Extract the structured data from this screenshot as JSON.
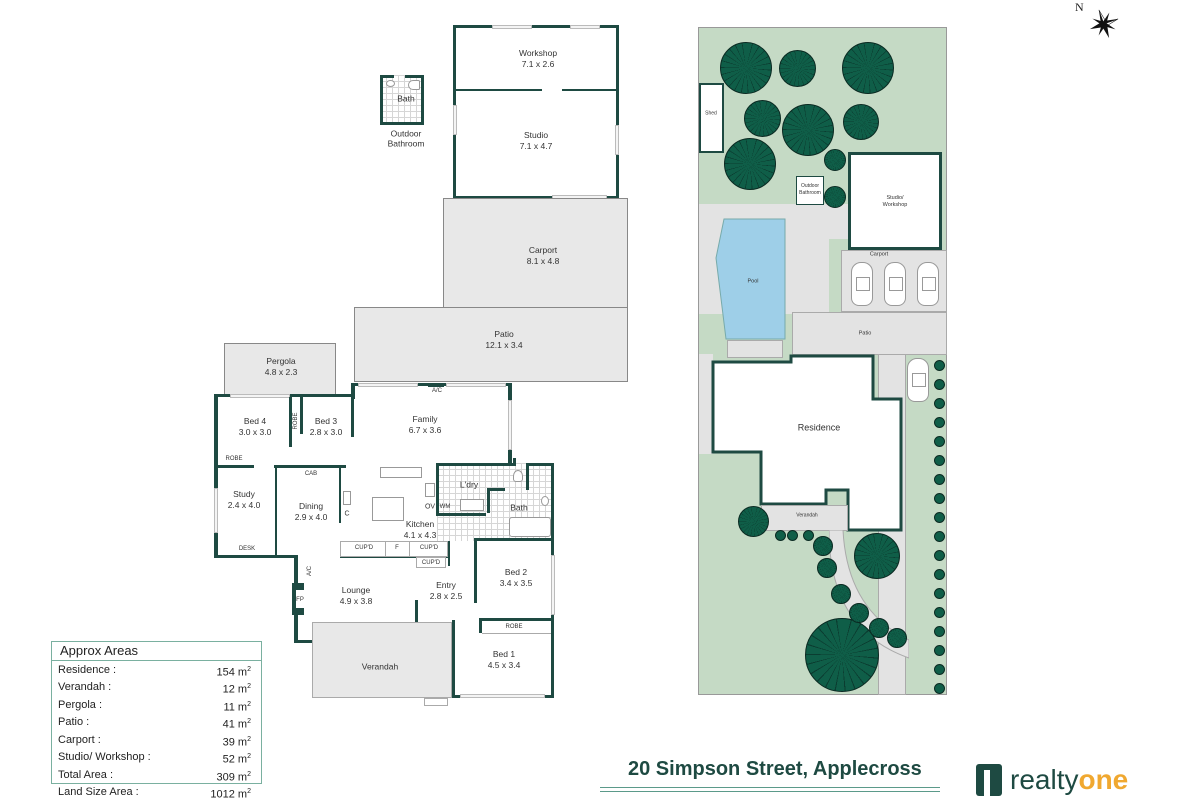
{
  "compass": {
    "north_label": "N"
  },
  "floor_plan": {
    "outbuilding": {
      "outdoor_bathroom": {
        "label": "Bath",
        "caption_line1": "Outdoor",
        "caption_line2": "Bathroom"
      },
      "workshop": {
        "name": "Workshop",
        "dims": "7.1 x 2.6"
      },
      "studio": {
        "name": "Studio",
        "dims": "7.1 x 4.7"
      }
    },
    "carport": {
      "name": "Carport",
      "dims": "8.1 x 4.8"
    },
    "patio": {
      "name": "Patio",
      "dims": "12.1 x 3.4"
    },
    "pergola": {
      "name": "Pergola",
      "dims": "4.8 x 2.3"
    },
    "rooms": {
      "bed4": {
        "name": "Bed 4",
        "dims": "3.0 x 3.0"
      },
      "bed3": {
        "name": "Bed 3",
        "dims": "2.8 x 3.0"
      },
      "family": {
        "name": "Family",
        "dims": "6.7 x 3.6"
      },
      "study": {
        "name": "Study",
        "dims": "2.4 x 4.0"
      },
      "dining": {
        "name": "Dining",
        "dims": "2.9 x 4.0"
      },
      "kitchen": {
        "name": "Kitchen",
        "dims": "4.1 x 4.3"
      },
      "laundry": {
        "name": "L'dry"
      },
      "bath": {
        "name": "Bath"
      },
      "lounge": {
        "name": "Lounge",
        "dims": "4.9 x 3.8"
      },
      "entry": {
        "name": "Entry",
        "dims": "2.8 x 2.5"
      },
      "bed2": {
        "name": "Bed 2",
        "dims": "3.4 x 3.5"
      },
      "bed1": {
        "name": "Bed 1",
        "dims": "4.5 x 3.4"
      },
      "verandah": {
        "name": "Verandah"
      }
    },
    "fixtures": {
      "robe_bed4": "ROBE",
      "robe_bed3": "ROBE",
      "robe_bed1": "ROBE",
      "cab": "CAB",
      "desk": "DESK",
      "ac_family": "A/C",
      "ac_lounge": "A/C",
      "fp": "FP",
      "c": "C",
      "ov": "OV",
      "wm": "WM",
      "cupd1": "CUP'D",
      "fridge": "F",
      "cupd2": "CUP'D",
      "cupd3": "CUP'D"
    }
  },
  "areas": {
    "title": "Approx Areas",
    "unit": "m",
    "rows": [
      {
        "label": "Residence :",
        "value": "154"
      },
      {
        "label": "Verandah :",
        "value": "12"
      },
      {
        "label": "Pergola :",
        "value": "11"
      },
      {
        "label": "Patio :",
        "value": "41"
      },
      {
        "label": "Carport :",
        "value": "39"
      },
      {
        "label": "Studio/ Workshop :",
        "value": "52"
      },
      {
        "label": "Total Area :",
        "value": "309"
      },
      {
        "label": "Land Size Area :",
        "value": "1012"
      }
    ]
  },
  "site_plan": {
    "shed": "Shed",
    "outdoor_bathroom": "Outdoor Bathroom",
    "studio_workshop": "Studio/ Workshop",
    "carport": "Carport",
    "pool": "Pool",
    "patio": "Patio",
    "residence": "Residence",
    "verandah": "Verandah",
    "colors": {
      "lawn": "#c5dac5",
      "tree": "#0f5e48",
      "pool": "#9ecfe8",
      "paving": "#e3e3e3",
      "wall": "#1e4a42"
    }
  },
  "footer": {
    "address": "20 Simpson Street, Applecross",
    "brand_part1": "realty",
    "brand_part2": "one",
    "brand_colors": {
      "primary": "#1e4a42",
      "accent": "#f0a830"
    }
  }
}
